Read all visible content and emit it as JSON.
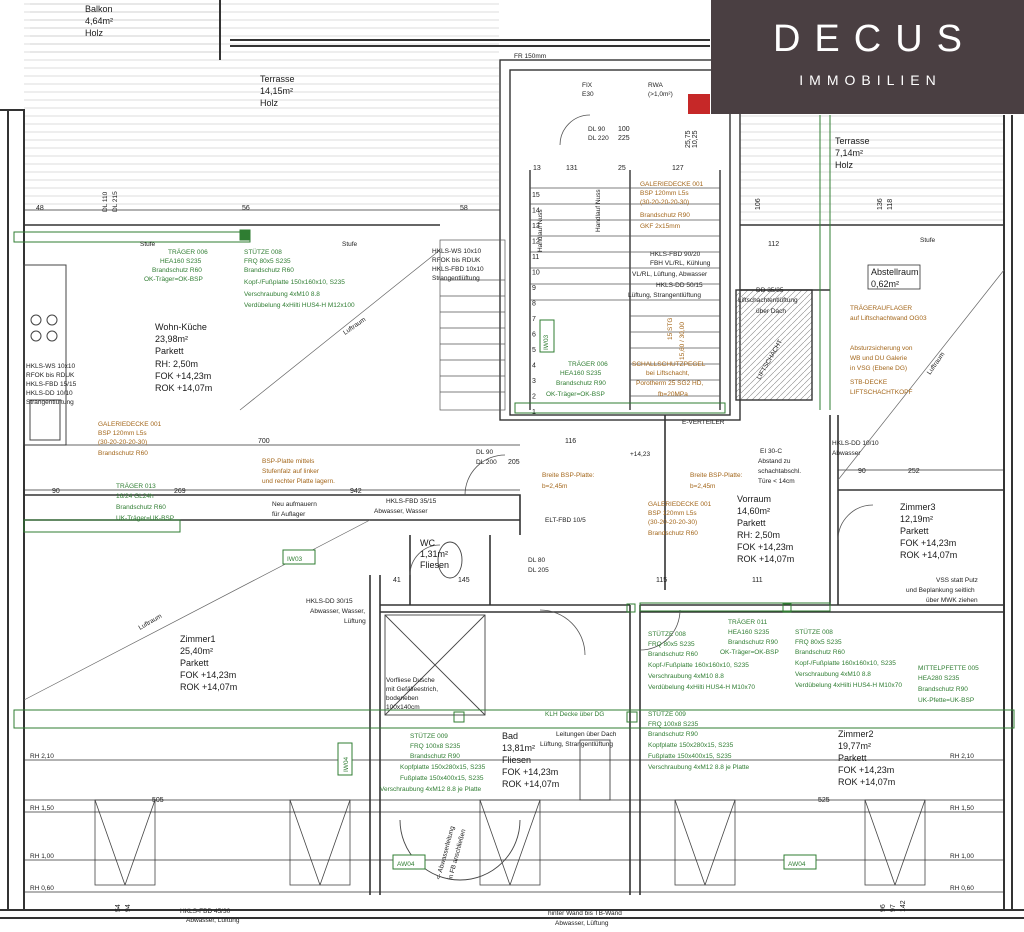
{
  "logo": {
    "main": "DECUS",
    "sub": "IMMOBILIEN"
  },
  "rooms": {
    "balkon": {
      "name": "Balkon",
      "area": "4,64m²",
      "floor": "Holz"
    },
    "terrasse1": {
      "name": "Terrasse",
      "area": "14,15m²",
      "floor": "Holz"
    },
    "terrasse2": {
      "name": "Terrasse",
      "area": "7,14m²",
      "floor": "Holz"
    },
    "wohnkueche": {
      "name": "Wohn-Küche",
      "area": "23,98m²",
      "floor": "Parkett",
      "rh": "RH: 2,50m",
      "fok": "FOK +14,23m",
      "rok": "ROK +14,07m"
    },
    "abstellraum": {
      "name": "Abstellraum",
      "area": "0,62m²"
    },
    "vorraum": {
      "name": "Vorraum",
      "area": "14,60m²",
      "floor": "Parkett",
      "rh": "RH: 2,50m",
      "fok": "FOK +14,23m",
      "rok": "ROK +14,07m"
    },
    "zimmer3": {
      "name": "Zimmer3",
      "area": "12,19m²",
      "floor": "Parkett",
      "fok": "FOK +14,23m",
      "rok": "ROK +14,07m"
    },
    "wc": {
      "name": "WC",
      "area": "1,31m²",
      "floor": "Fliesen"
    },
    "zimmer1": {
      "name": "Zimmer1",
      "area": "25,40m²",
      "floor": "Parkett",
      "fok": "FOK +14,23m",
      "rok": "ROK +14,07m"
    },
    "bad": {
      "name": "Bad",
      "area": "13,81m²",
      "floor": "Fliesen",
      "fok": "FOK +14,23m",
      "rok": "ROK +14,07m"
    },
    "zimmer2": {
      "name": "Zimmer2",
      "area": "19,77m²",
      "floor": "Parkett",
      "fok": "FOK +14,23m",
      "rok": "ROK +14,07m"
    }
  },
  "labels": {
    "fr150": "FR 150mm",
    "fix": "FIX",
    "e30": "E30",
    "rwa": "RWA",
    "rwa2": "(>1,0m²)",
    "dl90": "DL 90",
    "dl220": "DL 220",
    "stufe1": "Stufe",
    "stufe2": "Stufe",
    "stufe3": "Stufe",
    "traeger006a": "TRÄGER 006",
    "traeger006a_2": "HEA160 S235",
    "traeger006a_3": "Brandschutz R60",
    "traeger006a_4": "OK-Träger=OK-BSP",
    "stuetze008a": "STÜTZE 008",
    "stuetze008a_2": "FRQ 80x5 S235",
    "stuetze008a_3": "Brandschutz R60",
    "stuetze008a_4": "Kopf-/Fußplatte 150x160x10, S235",
    "stuetze008a_5": "Verschraubung 4xM10 8.8",
    "stuetze008a_6": "Verdübelung 4xHilti HUS4-H M12x100",
    "hkls_ws": "HKLS-WS 10x10",
    "hkls_ws2": "RFOK bis RDUK",
    "hkls_ws3": "HKLS-FBD 10x10",
    "hkls_ws4": "Strangentlüftung",
    "hkls_left": "HKLS-WS 10x10",
    "hkls_left2": "RFOK bis RDUK",
    "hkls_left3": "HKLS-FBD 15/15",
    "hkls_left4": "HKLS-DD 10/10",
    "hkls_left5": "Strangentlüftung",
    "galerie001a": "GALERIEDECKE 001",
    "galerie001a_2": "BSP 120mm L5s",
    "galerie001a_3": "(30-20-20-20-30)",
    "galerie001a_4": "Brandschutz R60",
    "galerie001b": "GALERIEDECKE 001",
    "galerie001b_2": "BSP 120mm L5s",
    "galerie001b_3": "(30-20-20-20-30)",
    "galerie001b_4": "Brandschutz R90",
    "galerie001b_5": "GKF 2x15mm",
    "galerie001c": "GALERIEDECKE 001",
    "galerie001c_2": "BSP 120mm L5s",
    "galerie001c_3": "(30-20-20-20-30)",
    "galerie001c_4": "Brandschutz R60",
    "hkls_fbd": "HKLS-FBD 90/20",
    "hkls_fbd2": "FBH VL/RL, Kühlung",
    "hkls_fbd3": "VL/RL, Lüftung, Abwasser",
    "hkls_fbd4": "HKLS-DD 50/15",
    "hkls_fbd5": "Lüftung, Strangentlüftung",
    "dd3535": "DD 35/35",
    "dd3535_2": "Liftschachtentlüftung",
    "dd3535_3": "über Dach",
    "iw03a": "IW03",
    "iw03b": "IW03",
    "iw04": "IW04",
    "aw04a": "AW04",
    "aw04b": "AW04",
    "stg": "15 STG",
    "stg2": "15,60 / 30,00",
    "traeger006b": "TRÄGER 006",
    "traeger006b_2": "HEA160 S235",
    "traeger006b_3": "Brandschutz R90",
    "traeger006b_4": "OK-Träger=OK-BSP",
    "schallschutz": "SCHALLSCHUTZPEGEL",
    "schallschutz2": "bei Liftschacht,",
    "schallschutz3": "Porotherm 25 SG2 HD,",
    "schallschutz4": "fb=20MPa",
    "liftschacht": "LIFTSCHACHT",
    "traegerauflager": "TRÄGERAUFLAGER",
    "traegerauflager2": "auf Liftschachtwand OG03",
    "absturz": "Absturzsicherung von",
    "absturz2": "WB und DU Galerie",
    "absturz3": "in VSG (Ebene DG)",
    "absturz4": "STB-DECKE",
    "absturz5": "LIFTSCHACHTKOPF",
    "luftraum1": "Luftraum",
    "luftraum2": "Luftraum",
    "luftraum3": "Luftraum",
    "everteiler": "E-VERTEILER",
    "dl90b": "DL 90",
    "dl200b": "DL 200",
    "plus1423": "+14,23",
    "breite_a": "Breite BSP-Platte:",
    "breite_a2": "b=2,45m",
    "breite_b": "Breite BSP-Platte:",
    "breite_b2": "b=2,45m",
    "bsp_mittels": "BSP-Platte mittels",
    "bsp_mittels2": "Stufenfalz auf linker",
    "bsp_mittels3": "und rechter Platte lagern.",
    "ei30": "EI 30-C",
    "ei30_2": "Abstand zu",
    "ei30_3": "schachtabschl.",
    "ei30_4": "Türe < 14cm",
    "hkls_dd1010": "HKLS-DD 10/10",
    "hkls_dd1010_2": "Abwasser",
    "traeger013": "TRÄGER 013",
    "traeger013_2": "16/24 GL24h",
    "traeger013_3": "Brandschutz R60",
    "traeger013_4": "UK-Träger=UK-BSP",
    "neu_aufmauern": "Neu aufmauern",
    "neu_aufmauern2": "für Auflager",
    "hkls_fbd3515": "HKLS-FBD 35/15",
    "hkls_fbd3515_2": "Abwasser, Wasser",
    "elt_fbd": "ELT-FBD 10/5",
    "hkls_dd3015": "HKLS-DD 30/15",
    "hkls_dd3015_2": "Abwasser, Wasser,",
    "hkls_dd3015_3": "Lüftung",
    "vss": "VSS statt Putz",
    "vss2": "und Beplankung seitlich",
    "vss3": "über MWK ziehen",
    "traeger011": "TRÄGER 011",
    "traeger011_2": "HEA160 S235",
    "traeger011_3": "Brandschutz R90",
    "traeger011_4": "OK-Träger=OK-BSP",
    "stuetze008b": "STÜTZE 008",
    "stuetze008b_2": "FRQ 80x5 S235",
    "stuetze008b_3": "Brandschutz R60",
    "stuetze008b_4": "Kopf-/Fußplatte 160x160x10, S235",
    "stuetze008b_5": "Verschraubung 4xM10 8.8",
    "stuetze008b_6": "Verdübelung 4xHilti HUS4-H M10x70",
    "stuetze008c": "STÜTZE 008",
    "stuetze008c_2": "FRQ 80x5 S235",
    "stuetze008c_3": "Brandschutz R60",
    "stuetze008c_4": "Kopf-/Fußplatte 160x160x10, S235",
    "stuetze008c_5": "Verschraubung 4xM10 8.8",
    "stuetze008c_6": "Verdübelung 4xHilti HUS4-H M10x70",
    "mittelpfette": "MITTELPFETTE 005",
    "mittelpfette2": "HEA280 S235",
    "mittelpfette3": "Brandschutz R90",
    "mittelpfette4": "UK-Pfette=UK-BSP",
    "klh": "KLH Decke über DG",
    "stuetze009a": "STÜTZE 009",
    "stuetze009a_2": "FRQ 100x8 S235",
    "stuetze009a_3": "Brandschutz R90",
    "stuetze009a_4": "Kopfplatte 150x280x15, S235",
    "stuetze009a_5": "Fußplatte 150x400x15, S235",
    "stuetze009a_6": "Verschraubung 4xM12 8.8 je Platte",
    "stuetze009b": "STÜTZE 009",
    "stuetze009b_2": "FRQ 100x8 S235",
    "stuetze009b_3": "Brandschutz R90",
    "stuetze009b_4": "Kopfplatte 150x280x15, S235",
    "stuetze009b_5": "Fußplatte 150x400x15, S235",
    "stuetze009b_6": "Verschraubung 4xM12 8.8 je Platte",
    "leitungen": "Leitungen über Dach",
    "leitungen2": "Lüftung, Strangentlüftung",
    "dusche": "Vorfliese Dusche",
    "dusche2": "mit Gefälleestrich,",
    "dusche3": "bodeneben",
    "dusche4": "100x140cm",
    "hkls_fbd4530": "HKLS-FBD 45/30",
    "hkls_fbd4530_2": "Abwasser, Lüftung",
    "hinter_wand": "hinter Wand bis TB-Wand",
    "hinter_wand2": "Abwasser, Lüftung",
    "abw": "<- Abwasserleitung",
    "abw2": "in FB anschließen",
    "rh210a": "RH 2,10",
    "rh210b": "RH 2,10",
    "rh150a": "RH 1,50",
    "rh150b": "RH 1,50",
    "rh100a": "RH 1,00",
    "rh100b": "RH 1,00",
    "rh060a": "RH 0,60",
    "rh060b": "RH 0,60",
    "d505": "505",
    "d525": "525",
    "d700": "700",
    "d942": "942",
    "d269": "269",
    "d90a": "90",
    "d252": "252",
    "d90b": "90",
    "d131": "131",
    "d127": "127",
    "d13": "13",
    "d25": "25",
    "d100": "100",
    "d225": "225",
    "d205": "205",
    "d116": "116",
    "d111": "111",
    "d115": "115",
    "d145": "145",
    "d41": "41",
    "d112": "112",
    "d56": "56",
    "d48": "48",
    "d58": "58",
    "d54": "54",
    "d94": "94",
    "d96": "96",
    "d97": "97",
    "d142": "142",
    "d106": "106",
    "d136": "136",
    "d118": "118",
    "d2575": "25,75",
    "d1025": "10,25",
    "handlauf1": "Handlauf Nuss",
    "handlauf2": "Handlauf Nuss",
    "dl110": "DL 110",
    "dl215": "DL 215",
    "dl80a": "DL 80",
    "dl205": "DL 205",
    "stg_nums": [
      "1",
      "2",
      "3",
      "4",
      "5",
      "6",
      "7",
      "8",
      "9",
      "10",
      "11",
      "12",
      "13",
      "14",
      "15"
    ]
  }
}
